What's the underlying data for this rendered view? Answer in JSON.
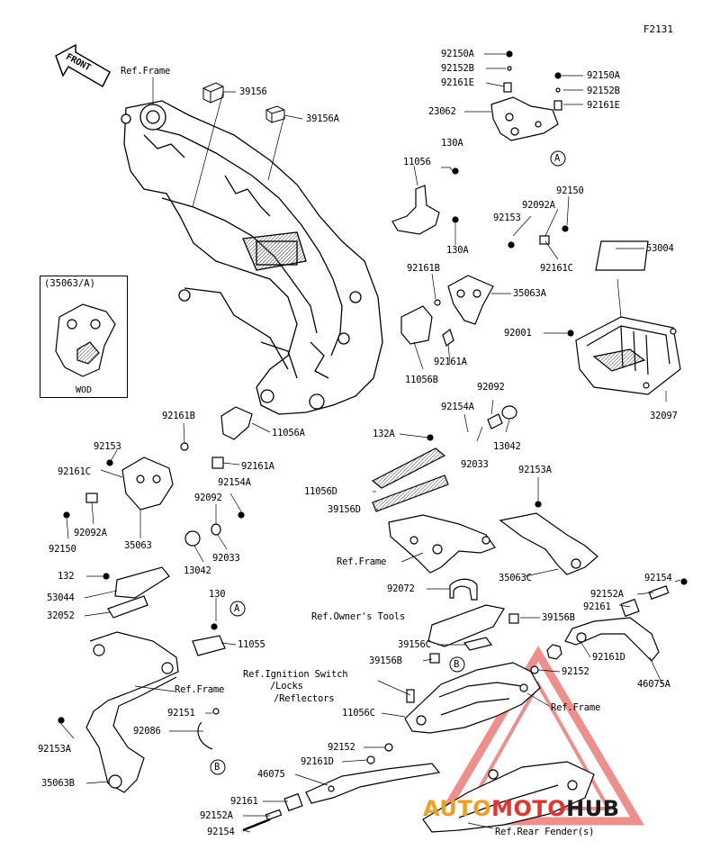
{
  "page_code": "F2131",
  "front_label": "FRONT",
  "inset": {
    "caption": "(35063/A)",
    "variant": "WOD"
  },
  "callouts": [
    "A",
    "A",
    "B",
    "B"
  ],
  "refs": {
    "frame_top": "Ref.Frame",
    "frame_center": "Ref.Frame",
    "frame_left": "Ref.Frame",
    "frame_right": "Ref.Frame",
    "owners_tools": "Ref.Owner's Tools",
    "ignition": [
      "Ref.Ignition Switch",
      "/Locks",
      "/Reflectors"
    ],
    "rear_fender": "Ref.Rear Fender(s)"
  },
  "parts": {
    "p39156": "39156",
    "p39156A": "39156A",
    "p92150A_1": "92150A",
    "p92152B_1": "92152B",
    "p92161E_1": "92161E",
    "p23062": "23062",
    "p92150A_2": "92150A",
    "p92152B_2": "92152B",
    "p92161E_2": "92161E",
    "p130A_1": "130A",
    "p11056": "11056",
    "p130A_2": "130A",
    "p92153_r": "92153",
    "p92092A_r": "92092A",
    "p92150_r": "92150",
    "p92161C_r": "92161C",
    "p53004": "53004",
    "p92161B_r": "92161B",
    "p35063A": "35063A",
    "p92001": "92001",
    "p92161A_r": "92161A",
    "p11056B": "11056B",
    "p32097": "32097",
    "p92092_r": "92092",
    "p92154A_r": "92154A",
    "p13042_r": "13042",
    "p92033_r": "92033",
    "p92161B_l": "92161B",
    "p11056A": "11056A",
    "p92153_l": "92153",
    "p92161A_l": "92161A",
    "p92161C_l": "92161C",
    "p92092A_l": "92092A",
    "p92150_l": "92150",
    "p35063": "35063",
    "p92154A_l": "92154A",
    "p92092_l": "92092",
    "p13042_l": "13042",
    "p92033_l": "92033",
    "p132A": "132A",
    "p92153A_r": "92153A",
    "p11056D": "11056D",
    "p39156D": "39156D",
    "p35063C": "35063C",
    "p132": "132",
    "p53044": "53044",
    "p32052": "32052",
    "p130": "130",
    "p11055": "11055",
    "p92072": "92072",
    "p92154_r": "92154",
    "p92152A_r": "92152A",
    "p92161_r": "92161",
    "p39156B_r": "39156B",
    "p39156C": "39156C",
    "p92161D_r": "92161D",
    "p92152_r": "92152",
    "p46075A": "46075A",
    "p39156B_l": "39156B",
    "p11056C": "11056C",
    "p92151": "92151",
    "p92086": "92086",
    "p92153A_l": "92153A",
    "p35063B": "35063B",
    "p92152_c": "92152",
    "p92161D_c": "92161D",
    "p46075": "46075",
    "p92161_b": "92161",
    "p92152A_b": "92152A",
    "p92154_b": "92154"
  },
  "watermark": {
    "part1": "AUTO",
    "part2": "MOTO",
    "part3": "HUB"
  },
  "colors": {
    "line": "#000000",
    "watermark_red": "#e3342f",
    "watermark_orange": "#f0a020",
    "part_fill": "#ffffff",
    "shade": "#cfcfcf"
  }
}
